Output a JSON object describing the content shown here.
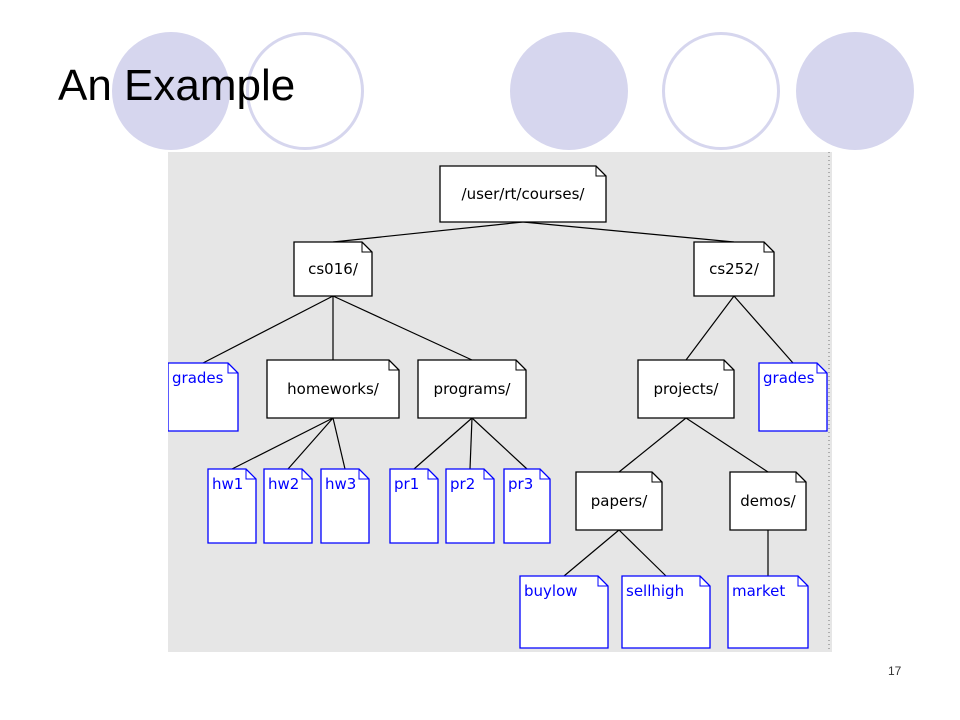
{
  "slide": {
    "title": "An Example",
    "page_number": "17"
  },
  "colors": {
    "background": "#ffffff",
    "decor_circle": "#d6d6ee",
    "panel": "#e6e6e6",
    "directory_outline": "#000000",
    "file_outline": "#0000ff",
    "file_text": "#0000ff"
  },
  "tree": {
    "nodes": [
      {
        "id": "root",
        "label": "/user/rt/courses/",
        "kind": "directory"
      },
      {
        "id": "cs016",
        "label": "cs016/",
        "kind": "directory",
        "parent": "root"
      },
      {
        "id": "cs252",
        "label": "cs252/",
        "kind": "directory",
        "parent": "root"
      },
      {
        "id": "grades1",
        "label": "grades",
        "kind": "file",
        "parent": "cs016"
      },
      {
        "id": "homeworks",
        "label": "homeworks/",
        "kind": "directory",
        "parent": "cs016"
      },
      {
        "id": "programs",
        "label": "programs/",
        "kind": "directory",
        "parent": "cs016"
      },
      {
        "id": "hw1",
        "label": "hw1",
        "kind": "file",
        "parent": "homeworks"
      },
      {
        "id": "hw2",
        "label": "hw2",
        "kind": "file",
        "parent": "homeworks"
      },
      {
        "id": "hw3",
        "label": "hw3",
        "kind": "file",
        "parent": "homeworks"
      },
      {
        "id": "pr1",
        "label": "pr1",
        "kind": "file",
        "parent": "programs"
      },
      {
        "id": "pr2",
        "label": "pr2",
        "kind": "file",
        "parent": "programs"
      },
      {
        "id": "pr3",
        "label": "pr3",
        "kind": "file",
        "parent": "programs"
      },
      {
        "id": "projects",
        "label": "projects/",
        "kind": "directory",
        "parent": "cs252"
      },
      {
        "id": "grades2",
        "label": "grades",
        "kind": "file",
        "parent": "cs252"
      },
      {
        "id": "papers",
        "label": "papers/",
        "kind": "directory",
        "parent": "projects"
      },
      {
        "id": "demos",
        "label": "demos/",
        "kind": "directory",
        "parent": "projects"
      },
      {
        "id": "buylow",
        "label": "buylow",
        "kind": "file",
        "parent": "papers"
      },
      {
        "id": "sellhigh",
        "label": "sellhigh",
        "kind": "file",
        "parent": "papers"
      },
      {
        "id": "market",
        "label": "market",
        "kind": "file",
        "parent": "demos"
      }
    ]
  }
}
